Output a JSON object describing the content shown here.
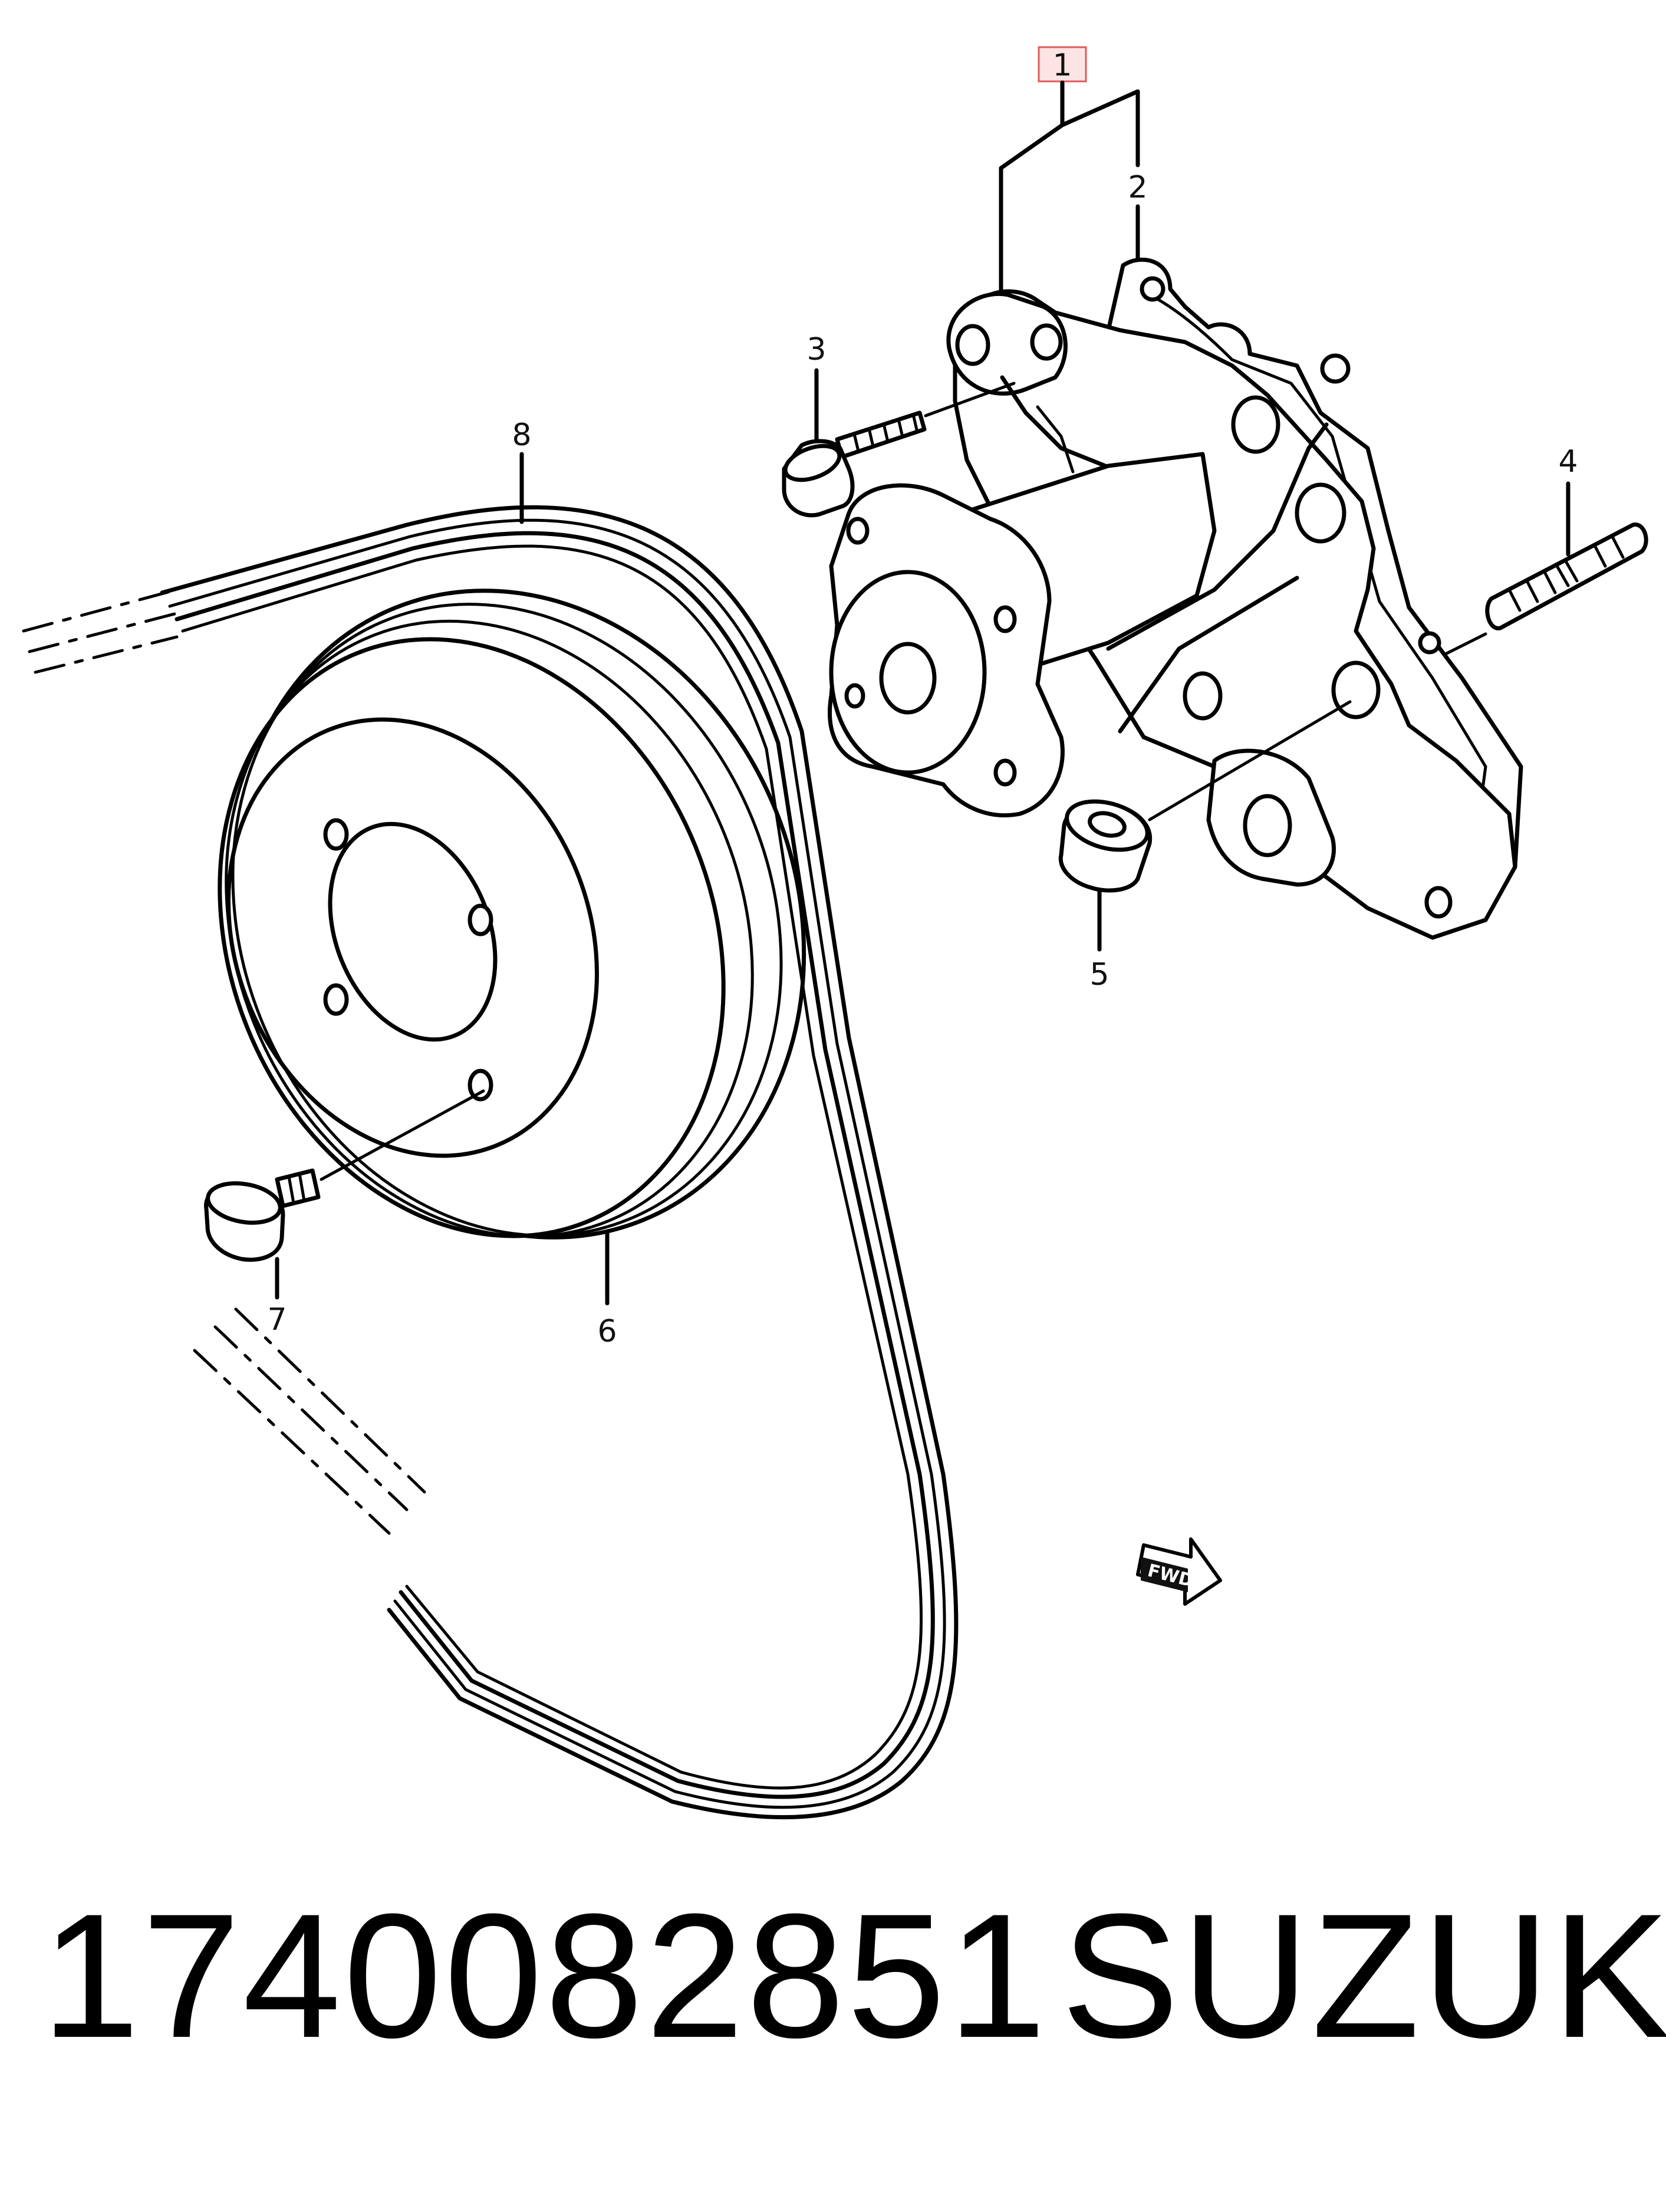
{
  "callouts": [
    "1",
    "2",
    "3",
    "4",
    "5",
    "6",
    "7",
    "8"
  ],
  "fwd_label": "FWD",
  "footer": {
    "part_number": "1740082851",
    "brand": "SUZUKI"
  },
  "colors": {
    "line": "#000000",
    "highlight_box_fill": "#fde4e4",
    "highlight_box_stroke": "#e05a5a"
  }
}
